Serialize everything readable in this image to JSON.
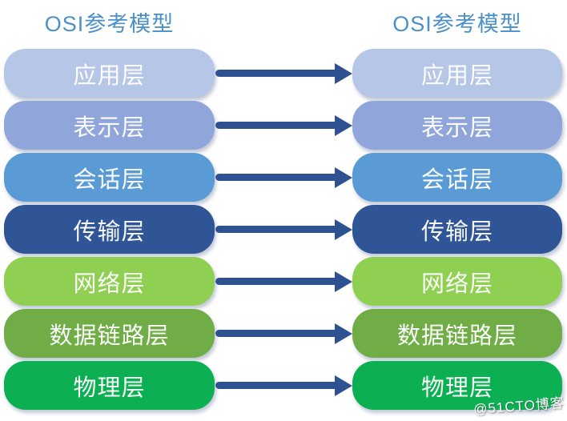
{
  "diagram": {
    "left_column_title": "OSI参考模型",
    "right_column_title": "OSI参考模型",
    "layers": [
      {
        "label": "应用层",
        "color": "#B5C6E6"
      },
      {
        "label": "表示层",
        "color": "#90A6DB"
      },
      {
        "label": "会话层",
        "color": "#5B9BD5"
      },
      {
        "label": "传输层",
        "color": "#2F5597"
      },
      {
        "label": "网络层",
        "color": "#8FD052"
      },
      {
        "label": "数据链路层",
        "color": "#70AD47"
      },
      {
        "label": "物理层",
        "color": "#0CB052"
      }
    ]
  },
  "colors": {
    "title_text": "#4A90C9",
    "arrow": "#2E5191",
    "box_text": "#FFFFFF",
    "watermark_text": "#FFFFFF"
  },
  "watermark": "@51CTO博客"
}
